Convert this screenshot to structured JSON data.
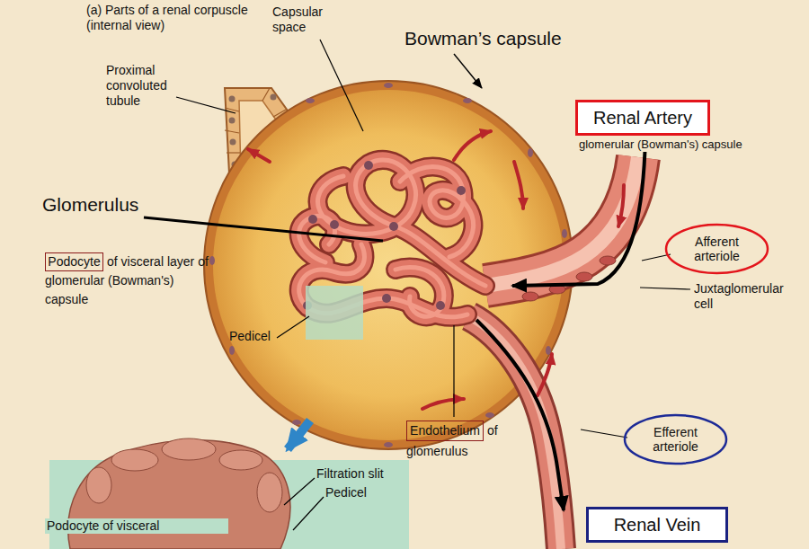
{
  "diagram": {
    "title": "(a) Parts of a renal corpuscle (internal view)",
    "nodes": [
      {
        "text": [
          "Renal Artery"
        ]
      },
      {
        "text": [
          "Afferent arteriole"
        ]
      },
      {
        "text": [
          "Podocyte"
        ]
      },
      {
        "text": [
          "Efferent arteriole"
        ]
      },
      {
        "text": [
          "Endothelium"
        ]
      },
      {
        "text": [
          "Renal Vein"
        ]
      }
    ],
    "labels": [
      "Bowman’s capsule",
      "Capsular space",
      "Proximal convoluted tubule",
      "glomerular (Bowman's) capsule",
      "Glomerulus",
      "of visceral layer of glomerular (Bowman's) capsule",
      "Juxtaglomerular cell",
      "Pedicel",
      "of glomerulus",
      "Filtration slit",
      "Pedicel",
      "Podocyte of visceral"
    ]
  }
}
